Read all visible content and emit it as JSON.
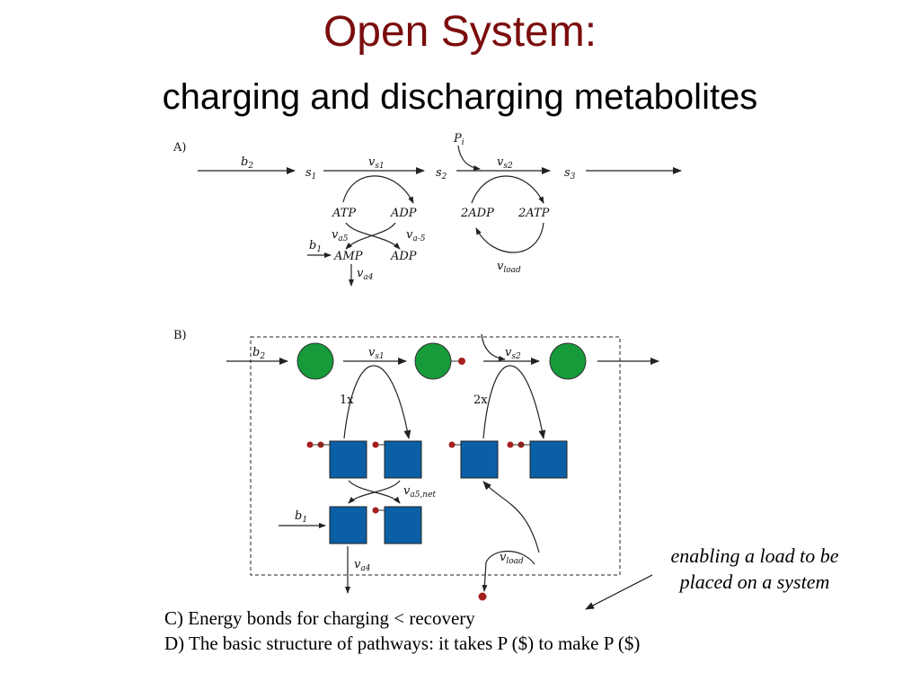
{
  "slide": {
    "title": "Open System:",
    "subtitle": "charging and discharging metabolites"
  },
  "panel_a": {
    "label": "A)",
    "species": {
      "s1": "s",
      "s1_sub": "1",
      "s2": "s",
      "s2_sub": "2",
      "s3": "s",
      "s3_sub": "3",
      "pi": "P",
      "pi_sub": "i"
    },
    "fluxes": {
      "b2": "b",
      "b2_sub": "2",
      "vs1": "v",
      "vs1_sub": "s1",
      "vs2": "v",
      "vs2_sub": "s2",
      "va5": "v",
      "va5_sub": "a5",
      "va_5": "v",
      "va_5_sub": "a-5",
      "b1": "b",
      "b1_sub": "1",
      "va4": "v",
      "va4_sub": "a4",
      "vload": "v",
      "vload_sub": "load"
    },
    "cofactors": {
      "atp_left": "ATP",
      "adp_left": "ADP",
      "amp": "AMP",
      "adp_bottom": "ADP",
      "adp_2": "2ADP",
      "atp_2": "2ATP"
    }
  },
  "panel_b": {
    "label": "B)",
    "multipliers": {
      "one": "1x",
      "two": "2x"
    },
    "fluxes": {
      "b2": "b",
      "b2_sub": "2",
      "vs1": "v",
      "vs1_sub": "s1",
      "vs2": "v",
      "vs2_sub": "s2",
      "va5net": "v",
      "va5net_sub": "a5,net",
      "b1": "b",
      "b1_sub": "1",
      "va4": "v",
      "va4_sub": "a4",
      "vload": "v",
      "vload_sub": "load"
    },
    "colors": {
      "metabolite": "#179a3a",
      "cofactor": "#0b5fa5",
      "phosphate": "#a51f1f",
      "box_border": "#222222"
    }
  },
  "annotation": {
    "line1": "enabling a load to be",
    "line2": "placed on a system"
  },
  "points": {
    "c": "C)  Energy bonds for charging < recovery",
    "d": "D)  The basic structure of pathways: it takes P ($) to make P ($)"
  }
}
